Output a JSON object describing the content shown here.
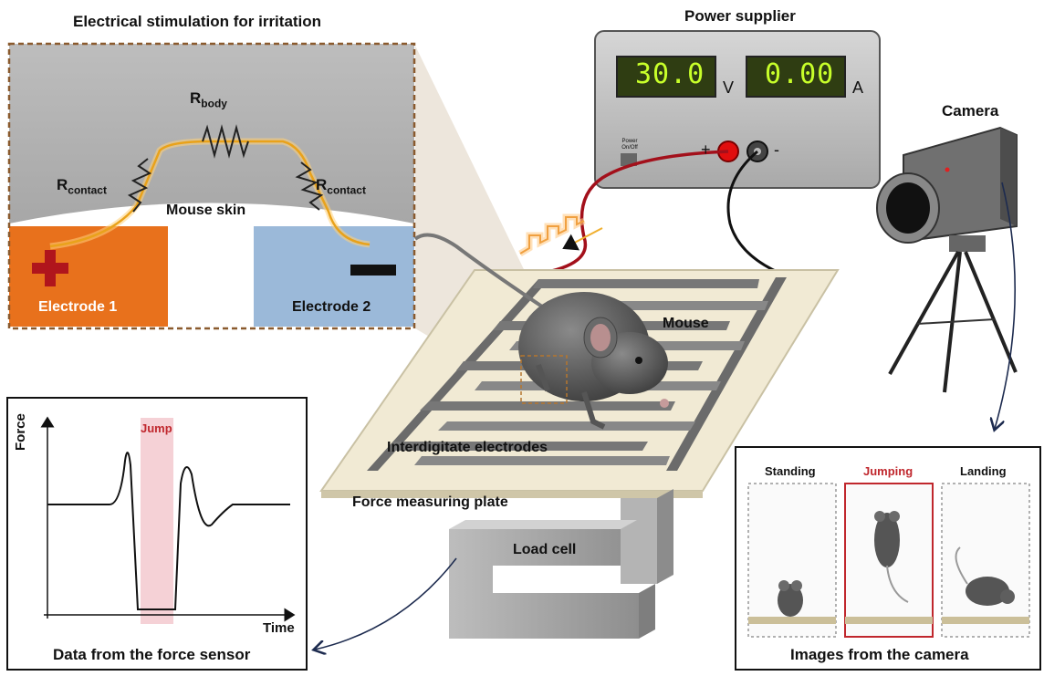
{
  "inset": {
    "title": "Electrical stimulation for irritation",
    "r_body": "R",
    "r_body_sub": "body",
    "r_contact_left": "R",
    "r_contact_left_sub": "contact",
    "r_contact_right": "R",
    "r_contact_right_sub": "contact",
    "skin_label": "Mouse skin",
    "electrode1_label": "Electrode 1",
    "electrode2_label": "Electrode 2",
    "electrode1_color": "#e8711c",
    "electrode2_color": "#9bb9d9"
  },
  "power": {
    "title": "Power supplier",
    "voltage": "30.0",
    "voltage_unit": "V",
    "current": "0.00",
    "current_unit": "A",
    "power_button_label": "Power On/Off",
    "plus_label": "+",
    "minus_label": "-"
  },
  "camera": {
    "title": "Camera"
  },
  "plate": {
    "mouse_label": "Mouse",
    "electrodes_label": "Interdigitate electrodes",
    "plate_label": "Force measuring plate",
    "loadcell_label": "Load cell"
  },
  "force_chart": {
    "caption": "Data from the force sensor",
    "ylabel": "Force",
    "xlabel": "Time",
    "event_label": "Jump",
    "event_color": "#f3c9cf",
    "event_label_color": "#c0272d"
  },
  "camera_images": {
    "caption": "Images from the camera",
    "frames": [
      {
        "label": "Standing",
        "color": "#111111"
      },
      {
        "label": "Jumping",
        "color": "#c0272d"
      },
      {
        "label": "Landing",
        "color": "#111111"
      }
    ]
  }
}
